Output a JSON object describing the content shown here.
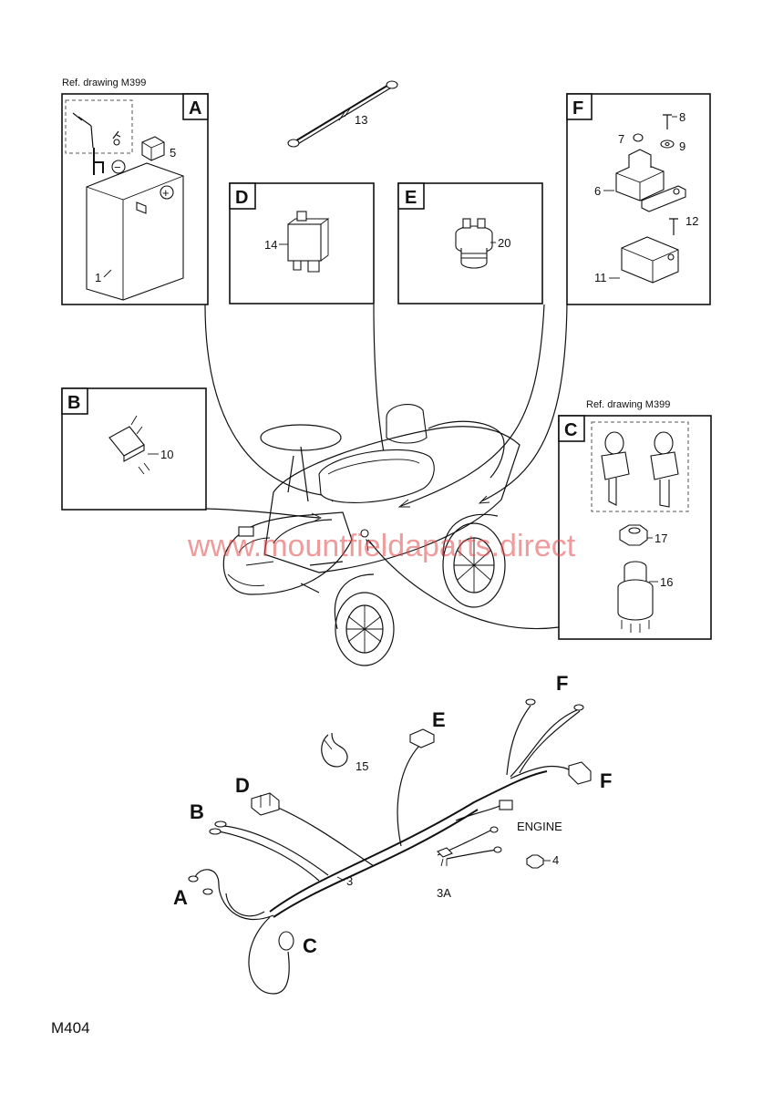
{
  "panels": {
    "A": {
      "letter": "A",
      "ref": "Ref. drawing M399",
      "labels": [
        "5",
        "1"
      ]
    },
    "B": {
      "letter": "B",
      "labels": [
        "10"
      ]
    },
    "C": {
      "letter": "C",
      "ref": "Ref. drawing M399",
      "labels": [
        "17",
        "16"
      ]
    },
    "D": {
      "letter": "D",
      "labels": [
        "14"
      ]
    },
    "E": {
      "letter": "E",
      "labels": [
        "20"
      ]
    },
    "F": {
      "letter": "F",
      "labels": [
        "8",
        "7",
        "9",
        "6",
        "12",
        "11"
      ]
    }
  },
  "top_parts": {
    "cable": "13"
  },
  "watermark": "www.mountfieldaparts.direct",
  "harness": {
    "letters": {
      "F_top": "F",
      "F_right": "F",
      "E": "E",
      "D": "D",
      "B": "B",
      "A": "A",
      "C": "C"
    },
    "labels": {
      "tie": "15",
      "main": "3",
      "clip": "3A",
      "nut": "4"
    },
    "engine": "ENGINE"
  },
  "drawing_code": "M404"
}
